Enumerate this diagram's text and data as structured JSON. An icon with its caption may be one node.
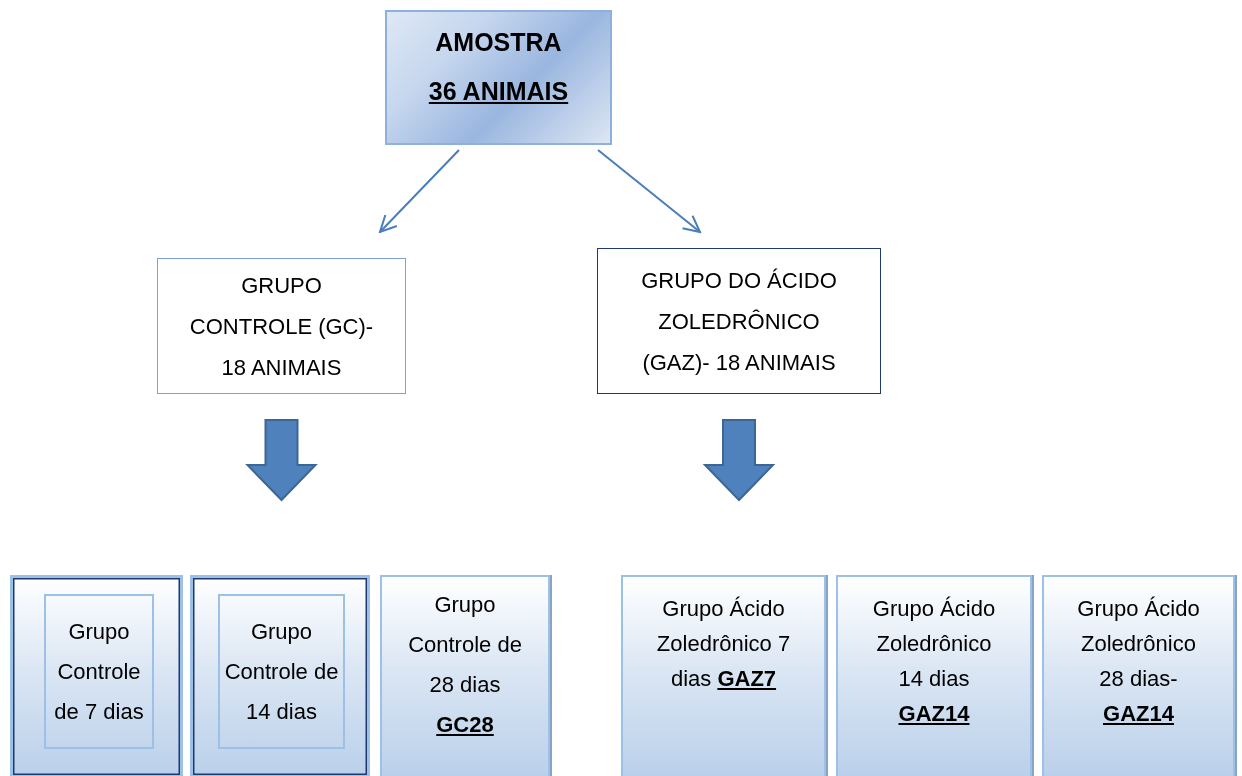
{
  "diagram": {
    "nodes": [
      {
        "text": [
          "AMOSTRA",
          "36 ANIMAIS"
        ]
      },
      {
        "text": [
          "GRUPO CONTROLE (GC)- 18 ANIMAIS"
        ]
      },
      {
        "text": [
          "GRUPO DO ÁCIDO ZOLEDRÔNICO (GAZ)- 18 ANIMAIS"
        ]
      },
      {
        "text": [],
        "shape": "box"
      },
      {
        "text": [
          "Grupo Controle de 7 dias"
        ],
        "in": 3
      },
      {
        "text": [],
        "shape": "box"
      },
      {
        "text": [
          "Grupo Controle de 14 dias"
        ],
        "in": 5
      },
      {
        "text": [
          "Grupo Controle de 28 dias **GC28**"
        ]
      },
      {
        "text": [
          "Grupo Ácido Zoledrônico 7 dias **GAZ7**"
        ]
      },
      {
        "text": [
          "Grupo Ácido Zoledrônico 14 dias **GAZ14**"
        ]
      },
      {
        "text": [
          "Grupo Ácido Zoledrônico 28 dias- **GAZ14**"
        ]
      }
    ],
    "edges": [
      {
        "from": 0,
        "to": 1,
        "arrow": "to"
      },
      {
        "from": 0,
        "to": 2,
        "arrow": "to"
      },
      {
        "from": 1,
        "to": null,
        "arrow": "to",
        "style": "thick"
      },
      {
        "from": 2,
        "to": null,
        "arrow": "to",
        "style": "thick"
      }
    ]
  }
}
